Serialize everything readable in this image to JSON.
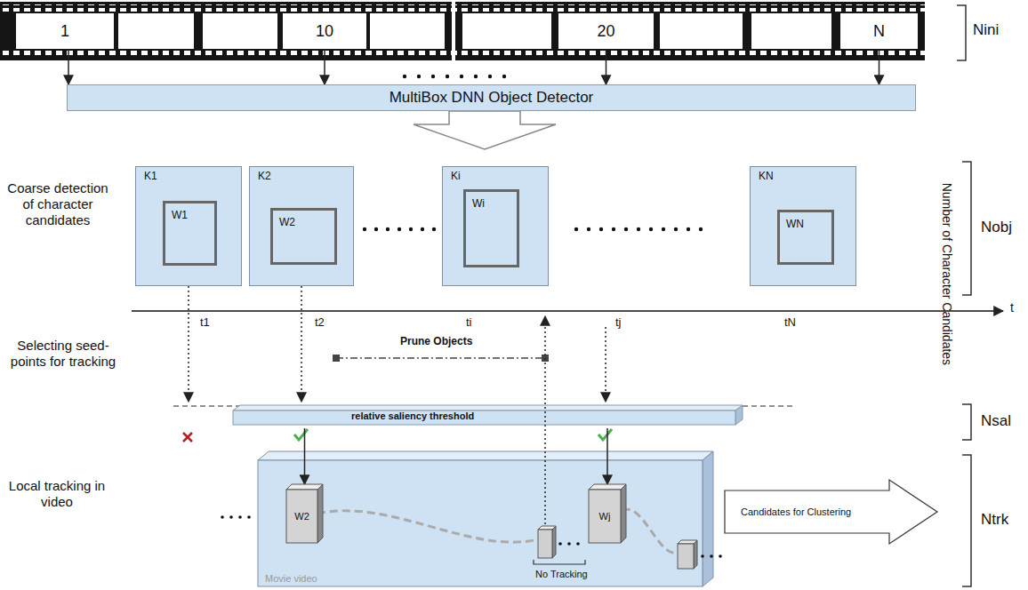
{
  "diagram": {
    "nodes": [
      {
        "text": [
          "1"
        ]
      },
      {
        "text": [
          "10"
        ]
      },
      {
        "text": [
          "20"
        ]
      },
      {
        "text": [
          "N"
        ]
      },
      {
        "text": [
          "MultiBox DNN Object Detector"
        ]
      },
      {
        "text": [
          "K1"
        ]
      },
      {
        "text": [
          "W1"
        ],
        "in": 5
      },
      {
        "text": [
          "K2"
        ]
      },
      {
        "text": [
          "W2"
        ],
        "in": 7
      },
      {
        "text": [
          "Ki"
        ]
      },
      {
        "text": [
          "Wi"
        ],
        "in": 9
      },
      {
        "text": [
          "KN"
        ]
      },
      {
        "text": [
          "WN"
        ],
        "in": 11
      },
      {
        "text": [
          "relative saliency threshold"
        ]
      },
      {
        "text": [
          "Movie video"
        ]
      },
      {
        "text": [
          "W2"
        ],
        "in": 14
      },
      {
        "text": [
          "Wj"
        ],
        "in": 14
      },
      {
        "text": [
          "Candidates for Clustering"
        ]
      }
    ],
    "edges": [
      {
        "from": 0,
        "to": 4,
        "arrow": "to"
      },
      {
        "from": 1,
        "to": 4,
        "arrow": "to"
      },
      {
        "from": 2,
        "to": 4,
        "arrow": "to"
      },
      {
        "from": 3,
        "to": 4,
        "arrow": "to"
      },
      {
        "from": 5,
        "to": 13,
        "arrow": "to"
      },
      {
        "from": 7,
        "to": 13,
        "arrow": "to"
      },
      {
        "from": 13,
        "to": 15,
        "arrow": "to"
      },
      {
        "from": 13,
        "to": 16,
        "arrow": "to"
      }
    ],
    "labels": [
      "Coarse detection of character candidates",
      "Selecting seed-points for tracking",
      "Local tracking in video",
      "Prune Objects",
      "No Tracking",
      "Nini",
      "Nobj",
      "Nsal",
      "Ntrk",
      "Number of Character Candidates",
      "t1",
      "t2",
      "ti",
      "tj",
      "tN",
      "t"
    ]
  }
}
